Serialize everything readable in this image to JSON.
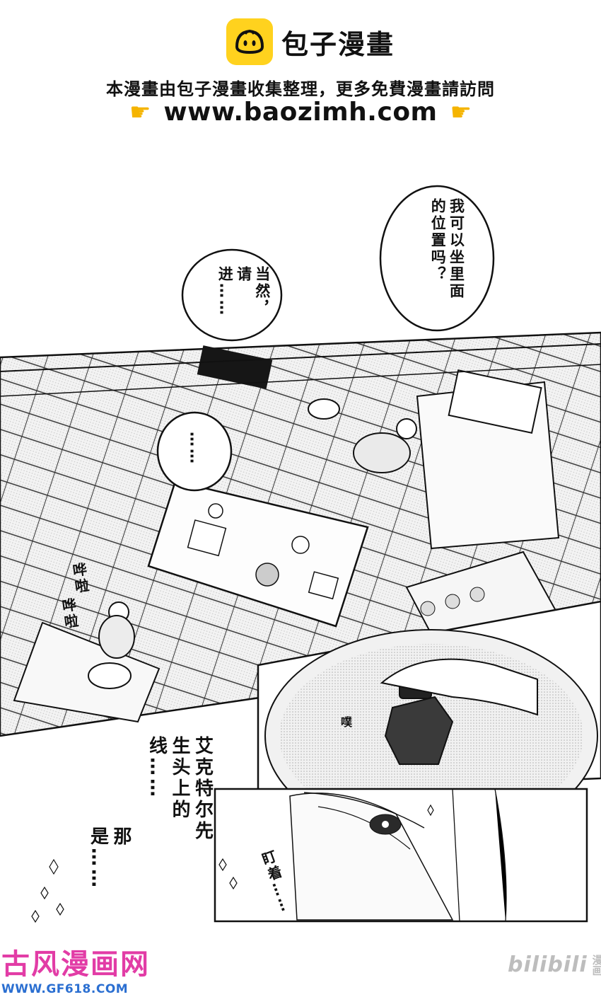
{
  "header": {
    "brand_name": "包子漫畫",
    "notice": "本漫畫由包子漫畫收集整理，更多免費漫畫請訪問",
    "url": "www.baozimh.com",
    "icons": {
      "logo": "bun-face-logo",
      "pointer": "pointing-hand-icon"
    },
    "colors": {
      "logo_bg": "#FFD21E"
    }
  },
  "bubbles": {
    "right_top": "我可以坐里面的位置吗？",
    "left_top": "当然，请进……",
    "middle": "……"
  },
  "sfx": {
    "splash_1": "哗啦",
    "splash_2": "哗啦",
    "drop": "噗",
    "stare": "盯着……"
  },
  "narration": {
    "line_1": "艾克特尔先生头上的线……",
    "line_2": "那是……"
  },
  "watermarks": {
    "site_title": "古风漫画网",
    "site_url": "WWW.GF618.COM",
    "bili_logo": "bilibili",
    "bili_sub": "漫画",
    "colors": {
      "site_title": "#E23CA6",
      "site_url": "#2B6FD1"
    }
  }
}
